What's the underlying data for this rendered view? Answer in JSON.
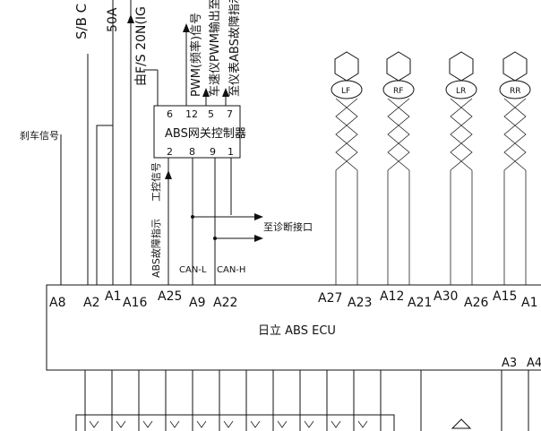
{
  "top_labels": {
    "sb": "S/B C",
    "fuse": "50A",
    "ifs": "由F/S 20N(IG",
    "pwm_speed": "PWM(频率)信号",
    "car_speed": "车速仪PWM输出至仪",
    "abs_indicator": "至仪表ABS故障指示灯"
  },
  "left_label": "刹车信号",
  "gateway": {
    "title": "ABS网关控制器",
    "pins_top": [
      "6",
      "12",
      "5",
      "7"
    ],
    "pins_bottom": [
      "2",
      "8",
      "9",
      "1"
    ]
  },
  "side_labels": {
    "working_signal": "工控信号",
    "abs_fault": "ABS故障指示"
  },
  "diag_label": "至诊断接口",
  "can_labels": [
    "CAN-L",
    "CAN-H"
  ],
  "wheel_sensors": [
    "LF",
    "RF",
    "LR",
    "RR"
  ],
  "ecu": {
    "label": "日立 ABS ECU",
    "pins": [
      "A8",
      "A2",
      "A1",
      "A16",
      "A25",
      "A9",
      "A22",
      "A27",
      "A23",
      "A12",
      "A21",
      "A30",
      "A26",
      "A15",
      "A1"
    ],
    "bottom_pins": [
      "A3",
      "A4"
    ]
  }
}
